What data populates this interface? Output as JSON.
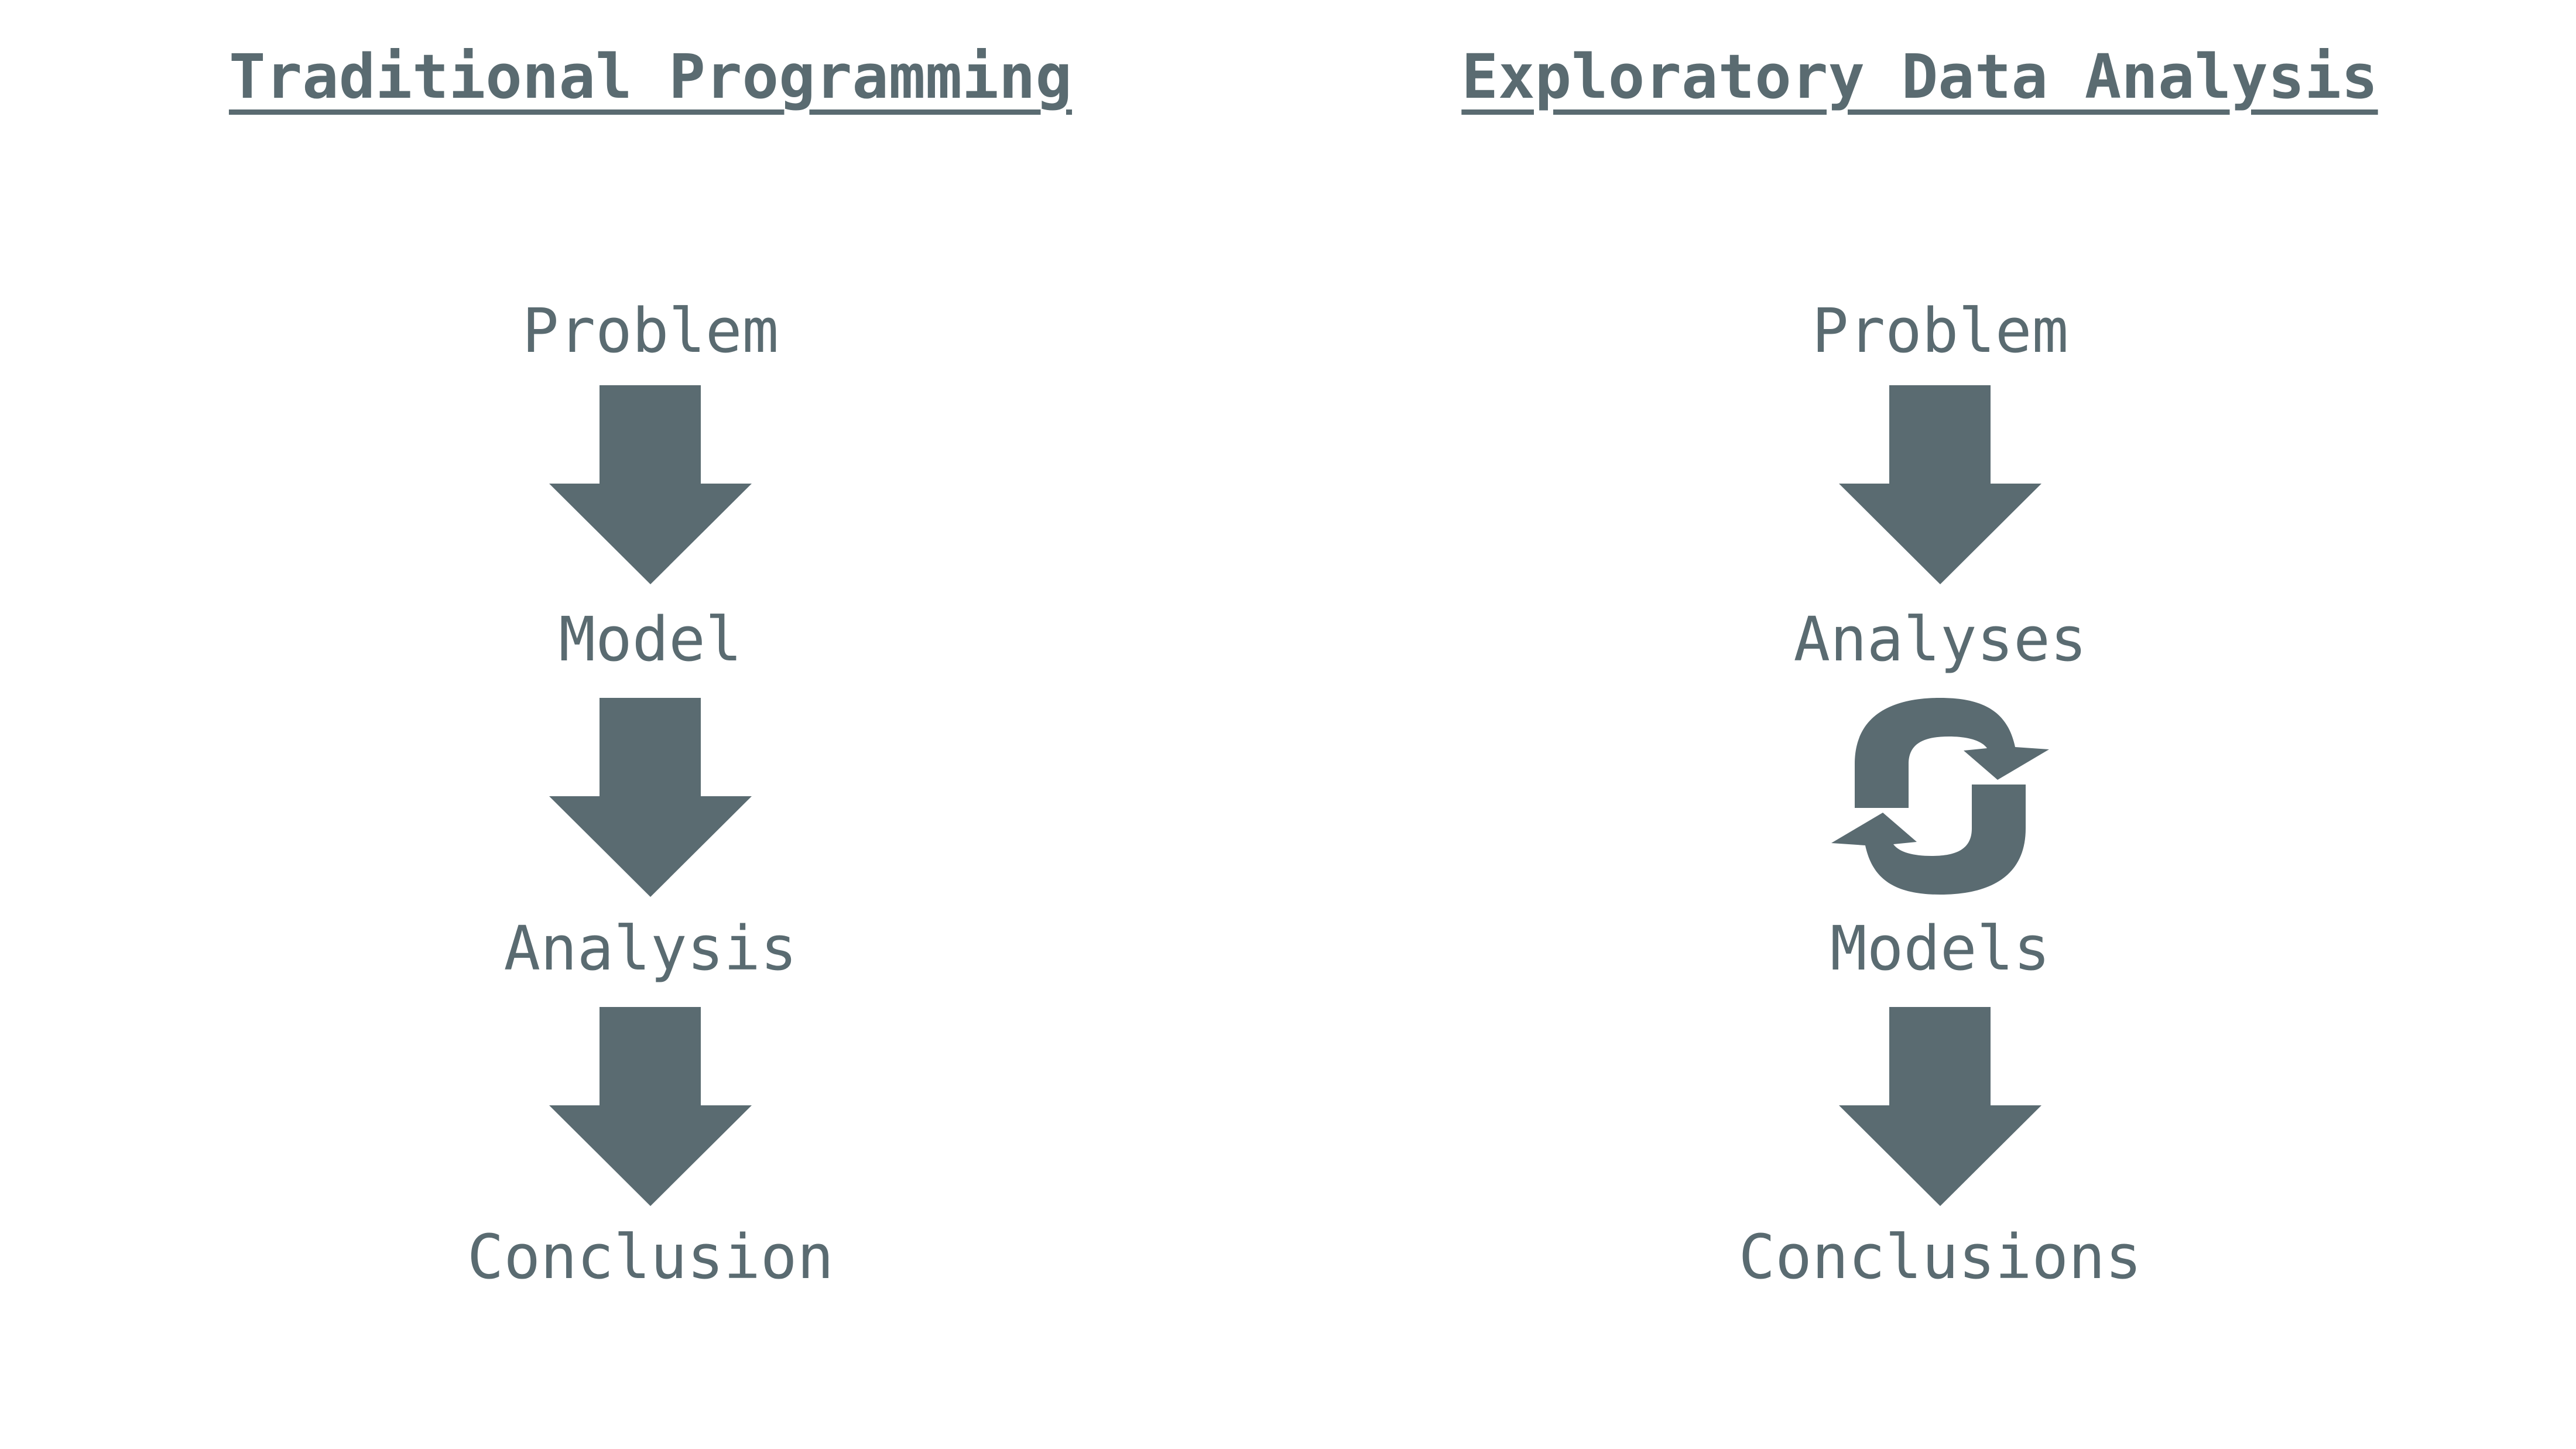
{
  "columns": {
    "left": {
      "title": "Traditional Programming",
      "steps": [
        "Problem",
        "Model",
        "Analysis",
        "Conclusion"
      ]
    },
    "right": {
      "title": "Exploratory Data Analysis",
      "steps": [
        "Problem",
        "Analyses",
        "Models",
        "Conclusions"
      ]
    }
  },
  "icons": {
    "step_connector": "arrow-down-icon",
    "iterative_connector": "cycle-arrows-icon"
  },
  "colors": {
    "foreground": "#5a6b71",
    "background": "#ffffff"
  }
}
